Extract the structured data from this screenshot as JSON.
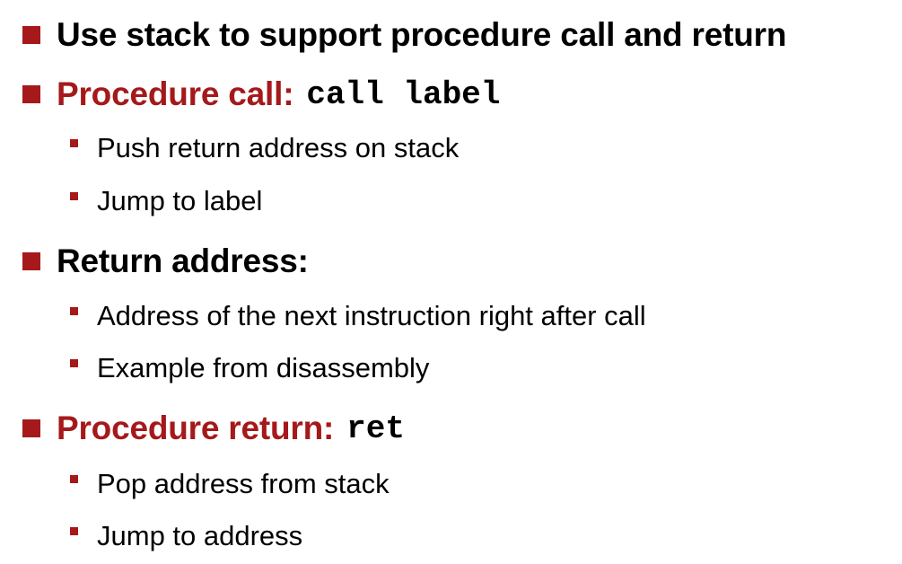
{
  "colors": {
    "accent": "#a5191b",
    "text": "#000000",
    "background": "#ffffff"
  },
  "slide": {
    "bullets": [
      {
        "heading": "Use stack to support procedure call and return",
        "accent": false,
        "code": "",
        "subitems": []
      },
      {
        "heading": "Procedure call:",
        "accent": true,
        "code": "call label",
        "subitems": [
          "Push return address on stack",
          "Jump to label"
        ]
      },
      {
        "heading": "Return address:",
        "accent": false,
        "code": "",
        "subitems": [
          "Address of the next instruction right after call",
          "Example from disassembly"
        ]
      },
      {
        "heading": "Procedure return:",
        "accent": true,
        "code": "ret",
        "subitems": [
          "Pop address from stack",
          "Jump to address"
        ]
      }
    ]
  }
}
